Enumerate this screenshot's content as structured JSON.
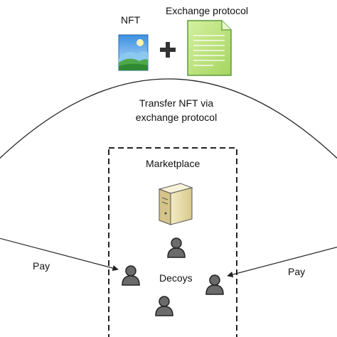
{
  "labels": {
    "nft": "NFT",
    "exchange_protocol": "Exchange protocol",
    "transfer": "Transfer NFT via exchange protocol",
    "marketplace": "Marketplace",
    "decoys": "Decoys",
    "pay_left": "Pay",
    "pay_right": "Pay"
  },
  "icons": {
    "nft": "landscape-image-icon",
    "plus": "plus-icon",
    "document": "document-icon",
    "server": "server-icon",
    "person": "person-icon"
  },
  "colors": {
    "document_fill": "#b9e07a",
    "document_border": "#6aa84f",
    "server": "#e8dca8",
    "person": "#6b6b6b",
    "image_sky": "#5aa7e6",
    "image_grass": "#5bb84d"
  },
  "decoy_count": 4
}
